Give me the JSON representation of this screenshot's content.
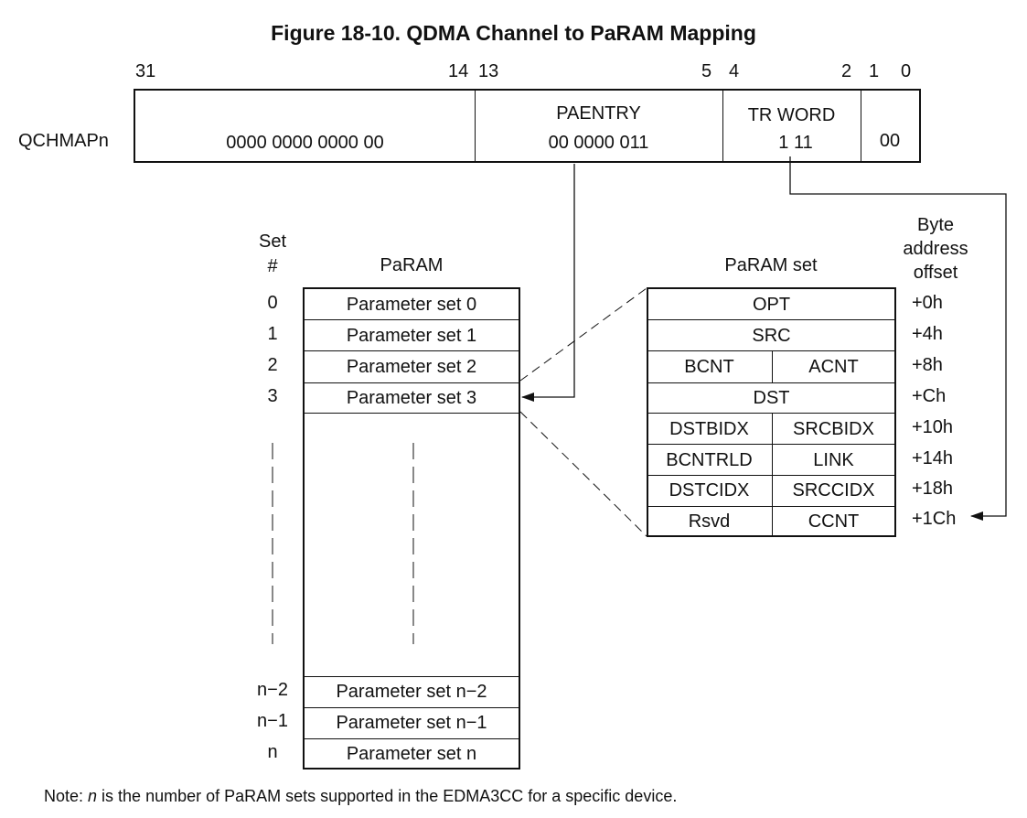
{
  "title": "Figure 18-10. QDMA Channel to PaRAM Mapping",
  "register": {
    "name": "QCHMAPn",
    "bit_labels": [
      "31",
      "14",
      "13",
      "5",
      "4",
      "2",
      "1",
      "0"
    ],
    "fields": {
      "reserved_value": "0000  0000  0000  00",
      "paentry_label": "PAENTRY",
      "paentry_value": "00  0000  011",
      "trword_label": "TR WORD",
      "trword_value": "1  11",
      "low_value": "00"
    }
  },
  "param_table": {
    "set_header_line1": "Set",
    "set_header_line2": "#",
    "header": "PaRAM",
    "rows_top": [
      {
        "num": "0",
        "label": "Parameter set 0"
      },
      {
        "num": "1",
        "label": "Parameter set 1"
      },
      {
        "num": "2",
        "label": "Parameter set 2"
      },
      {
        "num": "3",
        "label": "Parameter set 3"
      }
    ],
    "rows_bottom": [
      {
        "num": "n−2",
        "label": "Parameter set n−2"
      },
      {
        "num": "n−1",
        "label": "Parameter set n−1"
      },
      {
        "num": "n",
        "label": "Parameter set n"
      }
    ]
  },
  "param_set": {
    "header": "PaRAM set",
    "offset_header_line1": "Byte",
    "offset_header_line2": "address",
    "offset_header_line3": "offset",
    "rows": [
      {
        "left": "OPT",
        "right": "",
        "offset": "+0h"
      },
      {
        "left": "SRC",
        "right": "",
        "offset": "+4h"
      },
      {
        "left": "BCNT",
        "right": "ACNT",
        "offset": "+8h"
      },
      {
        "left": "DST",
        "right": "",
        "offset": "+Ch"
      },
      {
        "left": "DSTBIDX",
        "right": "SRCBIDX",
        "offset": "+10h"
      },
      {
        "left": "BCNTRLD",
        "right": "LINK",
        "offset": "+14h"
      },
      {
        "left": "DSTCIDX",
        "right": "SRCCIDX",
        "offset": "+18h"
      },
      {
        "left": "Rsvd",
        "right": "CCNT",
        "offset": "+1Ch"
      }
    ]
  },
  "note": {
    "prefix": "Note: ",
    "var": "n",
    "text": " is the number of PaRAM sets supported in the EDMA3CC for a specific device."
  }
}
